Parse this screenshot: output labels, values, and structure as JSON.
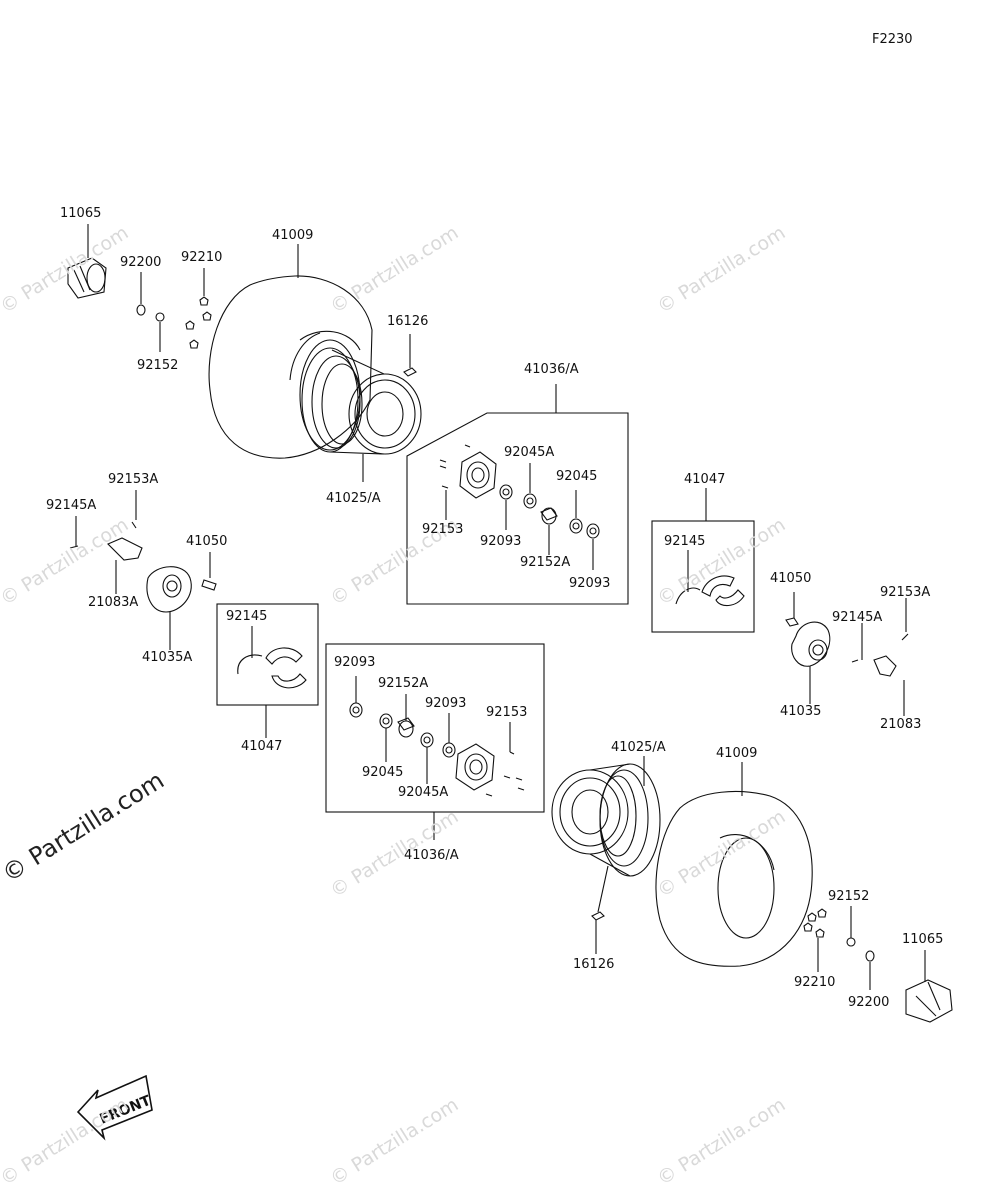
{
  "figure_code": "F2230",
  "watermark_text": "© Partzilla.com",
  "front_label": "FRONT",
  "labels": {
    "p11065_top": "11065",
    "p41009_top": "41009",
    "p92200_top": "92200",
    "p92210_top": "92210",
    "p92152_top": "92152",
    "p16126_top": "16126",
    "p41036_top": "41036/A",
    "p41025_top": "41025/A",
    "p92045A_top": "92045A",
    "p92045_top": "92045",
    "p92153_top": "92153",
    "p92093_top_a": "92093",
    "p92152A_top": "92152A",
    "p92093_top_b": "92093",
    "p41047_right": "41047",
    "p92145_right": "92145",
    "p41050_right": "41050",
    "p92153A_right": "92153A",
    "p92145A_right": "92145A",
    "p41035_right": "41035",
    "p21083_right": "21083",
    "p92153A_left": "92153A",
    "p92145A_left": "92145A",
    "p41050_left": "41050",
    "p21083A_left": "21083A",
    "p41035A_left": "41035A",
    "p92145_left": "92145",
    "p41047_left": "41047",
    "p92093_bot_a": "92093",
    "p92152A_bot": "92152A",
    "p92093_bot_b": "92093",
    "p92153_bot": "92153",
    "p92045_bot": "92045",
    "p92045A_bot": "92045A",
    "p41036_bot": "41036/A",
    "p41025_bot": "41025/A",
    "p41009_bot": "41009",
    "p92152_bot": "92152",
    "p11065_bot": "11065",
    "p16126_bot": "16126",
    "p92210_bot": "92210",
    "p92200_bot": "92200"
  }
}
